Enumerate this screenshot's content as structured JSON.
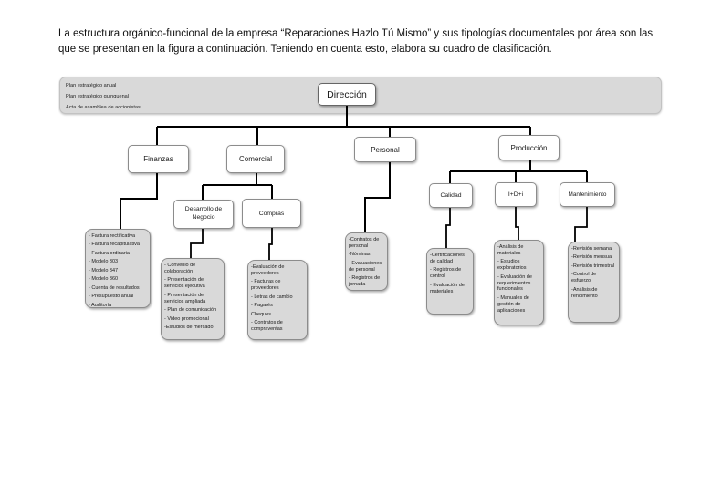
{
  "intro": "La estructura orgánico-funcional de la empresa “Reparaciones Hazlo Tú Mismo” y sus tipologías documentales por área son las que se presentan en la figura a continuación. Teniendo en cuenta esto, elabora su cuadro de clasificación.",
  "banner": {
    "docs": [
      "Plan estratégico anual",
      "Plan estratégico quinquenal",
      "Acta de asamblea de accionistas"
    ]
  },
  "org": {
    "direccion": {
      "label": "Dirección"
    },
    "finanzas": {
      "label": "Finanzas",
      "docs": [
        "- Factura rectificativa",
        "- Factura recapitulativa",
        "- Factura ordinaria",
        "- Modelo 303",
        "- Modelo 347",
        "- Modelo 360",
        "- Cuenta de resultados",
        "- Presupuesto anual",
        "- Auditoría"
      ]
    },
    "comercial": {
      "label": "Comercial"
    },
    "desarrollo_negocio": {
      "label": "Desarrollo de Negocio",
      "docs": [
        "- Convenio de colaboración",
        "- Presentación de servicios ejecutiva",
        "- Presentación de servicios ampliada",
        "- Plan de comunicación",
        "- Video promocional",
        "-Estudios de mercado"
      ]
    },
    "compras": {
      "label": "Compras",
      "docs": [
        "-Evaluación de proveedores",
        "- Facturas de proveedores",
        "- Letras de cambio",
        "- Pagarés",
        "Cheques",
        "- Contratos de compraventas"
      ]
    },
    "personal": {
      "label": "Personal",
      "docs": [
        "-Contratos de personal",
        "-Nóminas",
        "- Evaluaciones de personal",
        "- Registros de jornada"
      ]
    },
    "produccion": {
      "label": "Producción"
    },
    "calidad": {
      "label": "Calidad",
      "docs": [
        "-Certificaciones de calidad",
        "- Registros de control",
        "- Evaluación de materiales"
      ]
    },
    "idi": {
      "label": "I+D+i",
      "docs": [
        "-Análisis de materiales",
        "- Estudios exploratorios",
        "- Evaluación de requerimientos funcionales",
        "- Manuales de gestión de aplicaciones"
      ]
    },
    "mantenimiento": {
      "label": "Mantenimiento",
      "docs": [
        "-Revisión semanal",
        "-Revisión mensual",
        "-Revisión trimestral",
        "-Control de esfuerzo",
        "-Análisis de rendimiento"
      ]
    }
  },
  "colors": {
    "banner_bg": "#d9d9d9",
    "leaf_bg": "#d9d9d9",
    "node_bg": "#ffffff",
    "line": "#000000"
  }
}
